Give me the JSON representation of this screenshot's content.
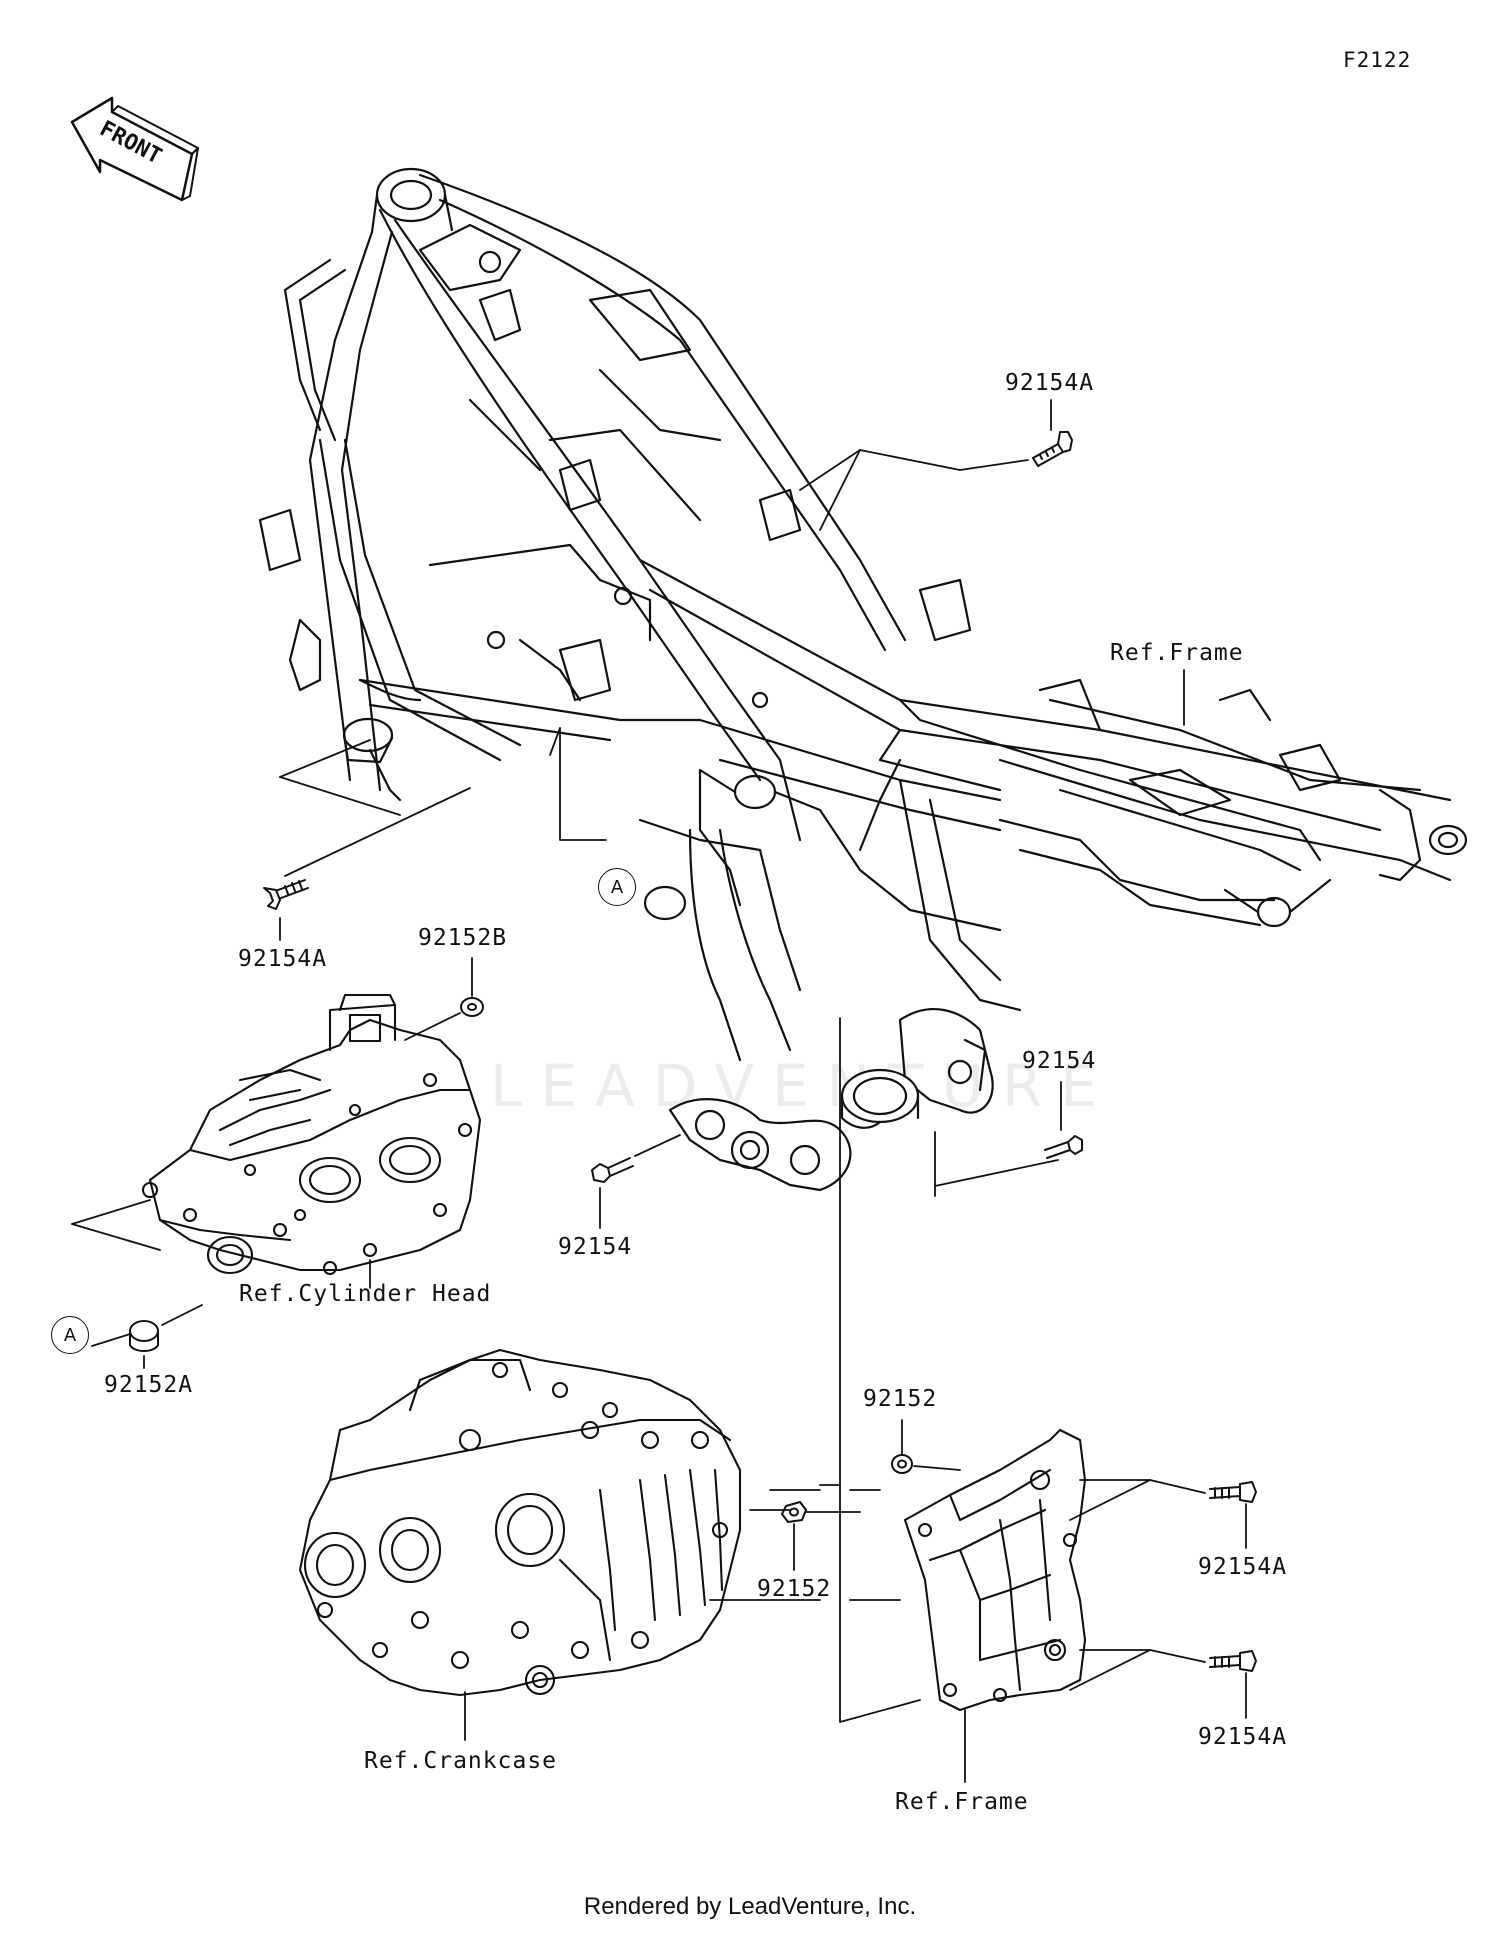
{
  "diagram_code": "F2122",
  "front_label": "FRONT",
  "watermark": "LEADVENTURE",
  "callouts": {
    "a_top": "A",
    "a_left": "A"
  },
  "labels": {
    "bolt_top_right": "92154A",
    "bolt_left": "92154A",
    "washer_top": "92152B",
    "bolt_mid": "92154",
    "bolt_mid_right": "92154",
    "collar_left": "92152A",
    "nut_upper_right": "92152",
    "nut_lower_mid": "92152",
    "bolt_bracket_upper": "92154A",
    "bolt_bracket_lower": "92154A",
    "ref_frame_top": "Ref.Frame",
    "ref_cylinder_head": "Ref.Cylinder Head",
    "ref_crankcase": "Ref.Crankcase",
    "ref_frame_bottom": "Ref.Frame"
  },
  "footer": "Rendered by LeadVenture, Inc."
}
